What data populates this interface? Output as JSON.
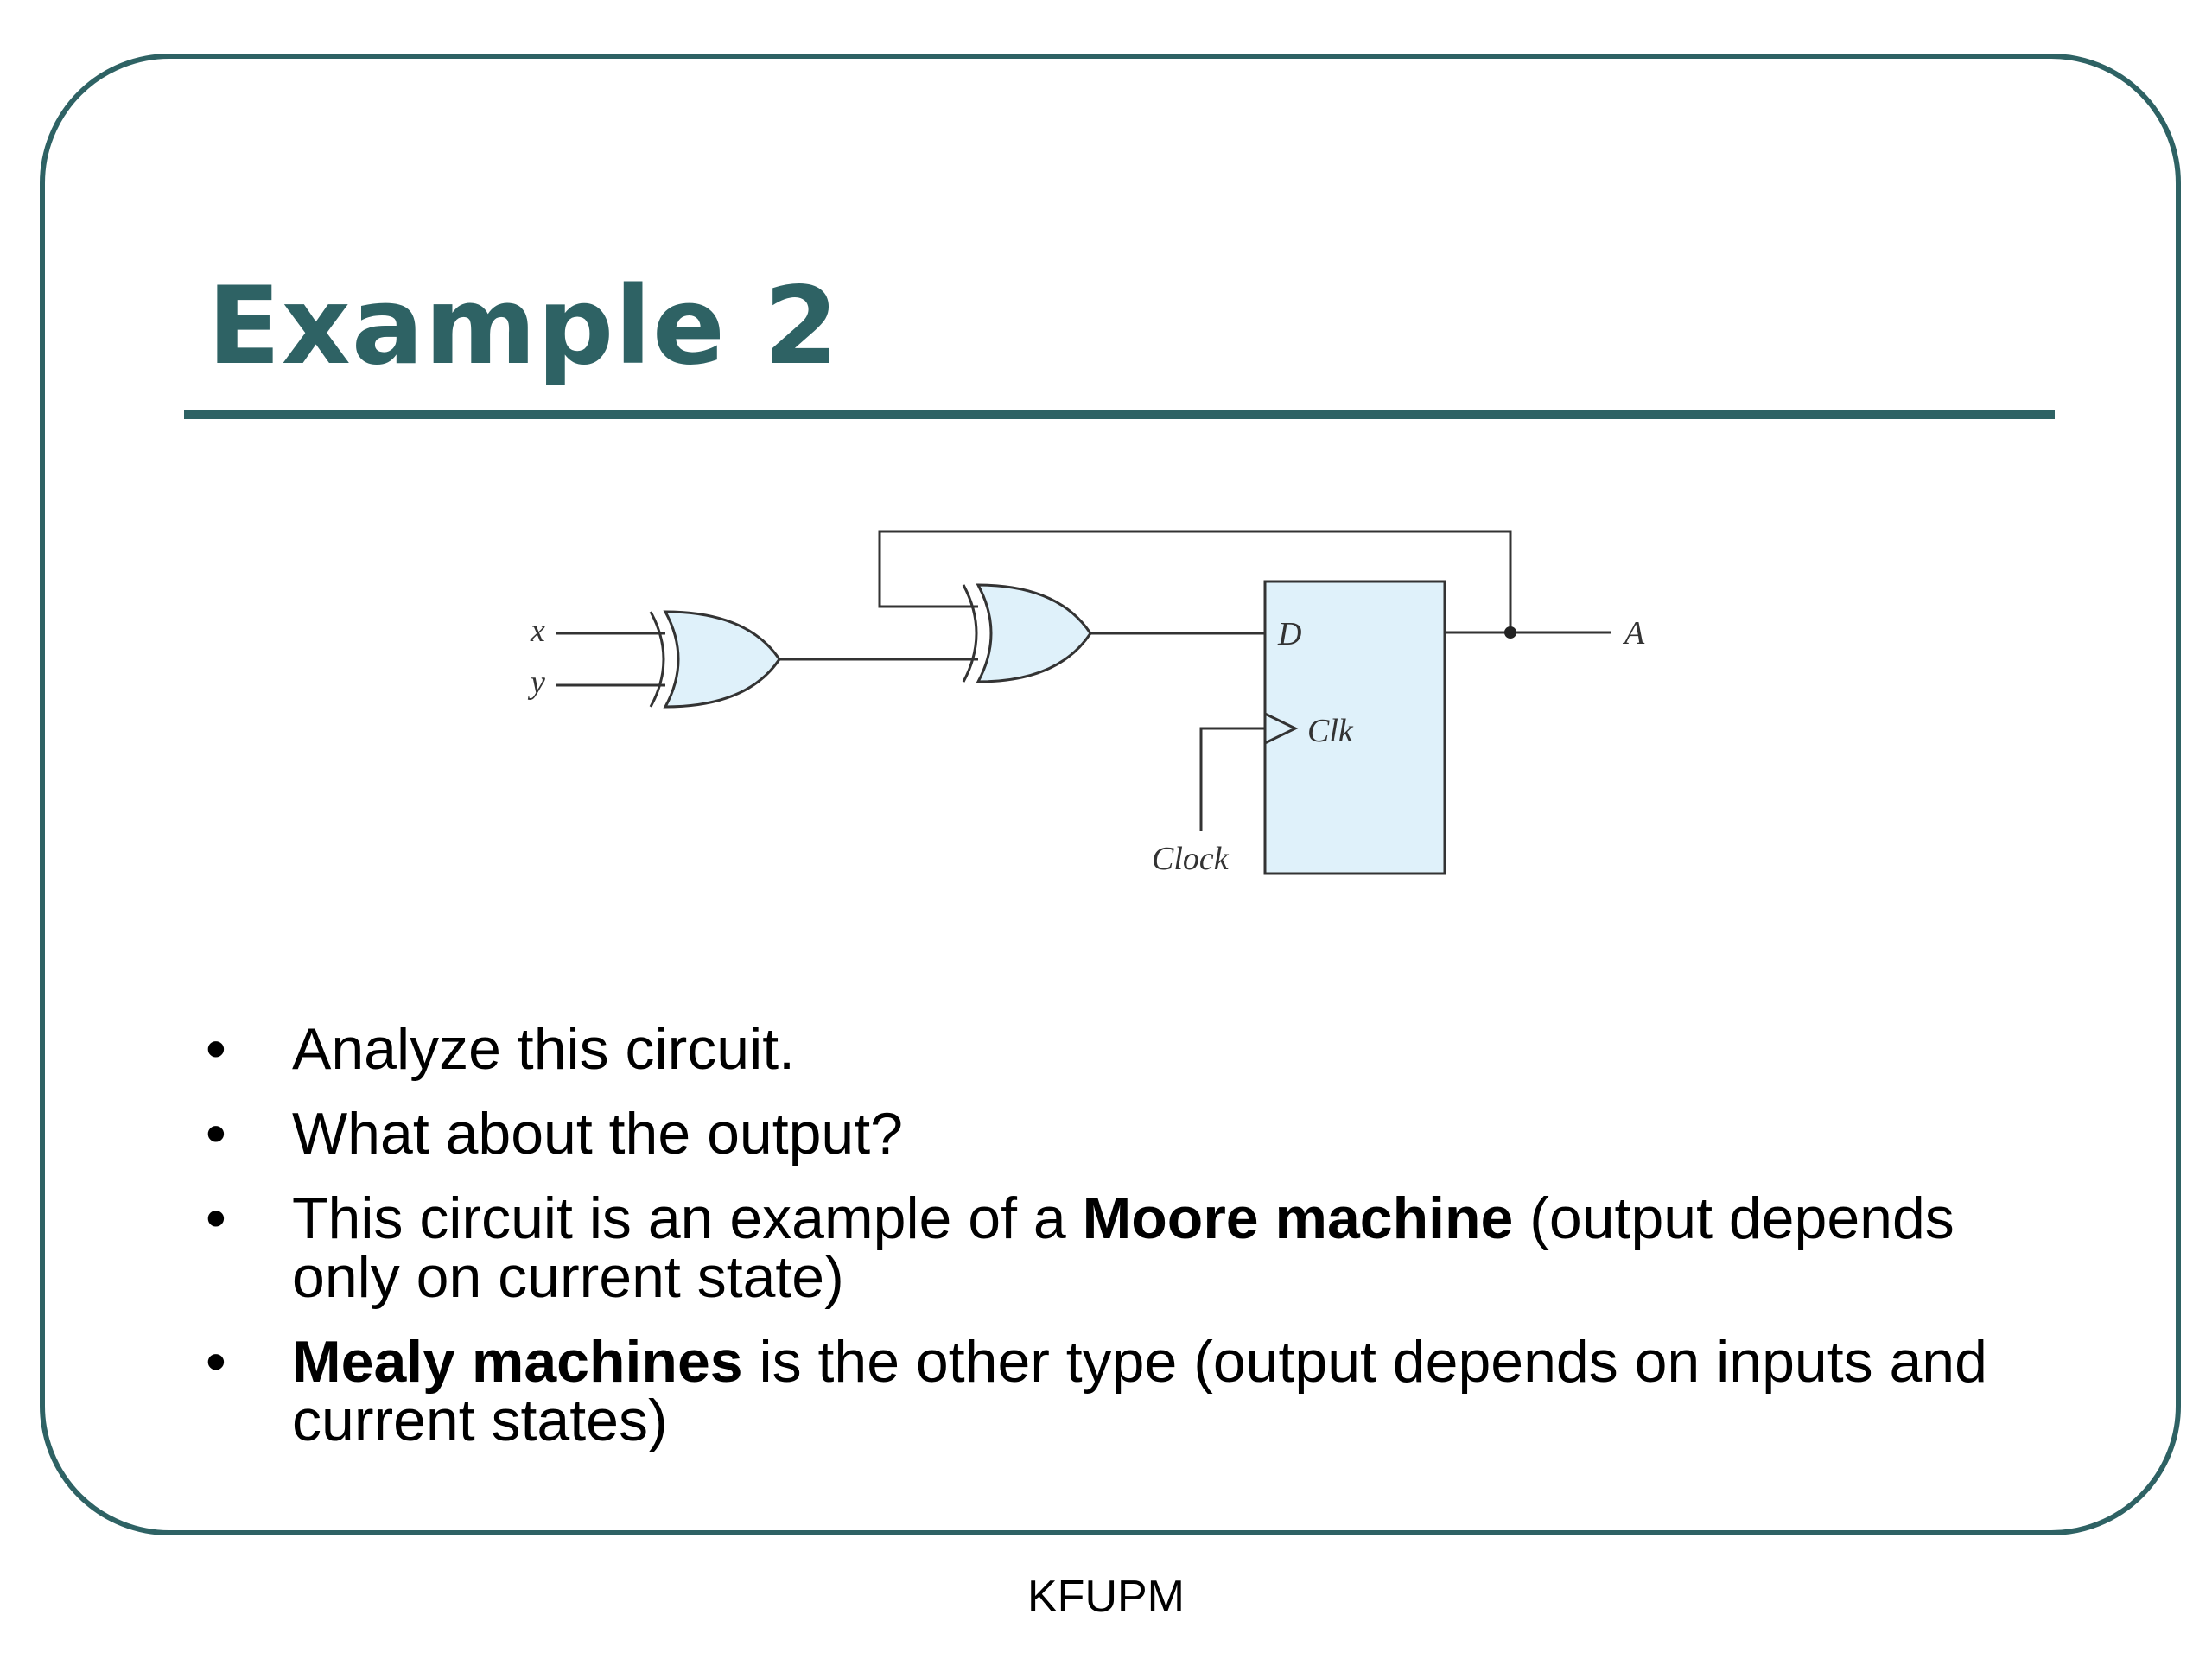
{
  "slide": {
    "title": "Example 2",
    "footer": "KFUPM"
  },
  "circuit": {
    "input_x": "x",
    "input_y": "y",
    "d_pin": "D",
    "clk_pin": "Clk",
    "clock_label": "Clock",
    "output_label": "A"
  },
  "bullets": [
    {
      "marker": "•",
      "text": "Analyze this circuit."
    },
    {
      "marker": "•",
      "text": "What about the output?"
    },
    {
      "marker": "•",
      "pre": "This circuit is an example of a ",
      "bold": "Moore machine",
      "post": " (output depends only on current state)"
    },
    {
      "marker": "•",
      "bold": "Mealy machines",
      "post": " is the other type (output depends on inputs and current states)"
    }
  ],
  "colors": {
    "accent": "#2e6264",
    "gate_fill": "#dff1fa",
    "wire": "#333333"
  }
}
